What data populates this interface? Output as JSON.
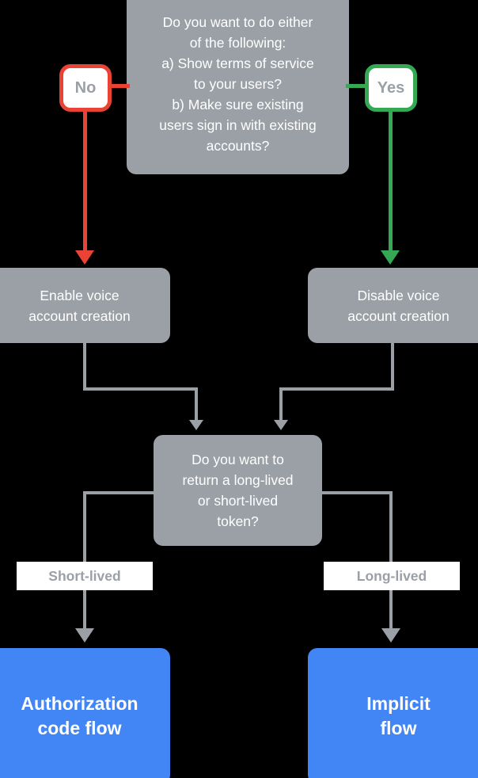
{
  "diagram": {
    "title": "Account linking flow decision chart",
    "background": "#000000",
    "colors": {
      "node_gray": "#9aa0a6",
      "node_blue": "#4285f4",
      "no_red": "#ea4335",
      "yes_green": "#34a853",
      "label_text": "#9aa0a6",
      "node_text": "#ffffff",
      "connector": "#9aa0a6"
    },
    "nodes": {
      "question_terms": {
        "text": "Do you want to do either of the following:\na) Show terms of service to your users?\nb) Make sure existing users sign in with existing accounts?",
        "lines": [
          "Do you want to do either",
          "of the following:",
          "a) Show terms of service",
          "to your users?",
          "b) Make sure existing",
          "users sign in with existing",
          "accounts?"
        ],
        "type": "decision"
      },
      "enable_voice": {
        "text": "Enable voice account creation",
        "lines": [
          "Enable voice",
          "account creation"
        ],
        "type": "action"
      },
      "disable_voice": {
        "text": "Disable voice account creation",
        "lines": [
          "Disable voice",
          "account creation"
        ],
        "type": "action"
      },
      "question_token": {
        "text": "Do you want to return a long-lived or short-lived token?",
        "lines": [
          "Do you want to",
          "return a long-lived",
          "or short-lived",
          "token?"
        ],
        "type": "decision"
      },
      "authorization_code_flow": {
        "text": "Authorization code flow",
        "lines": [
          "Authorization",
          "code flow"
        ],
        "type": "result"
      },
      "implicit_flow": {
        "text": "Implicit flow",
        "lines": [
          "Implicit",
          "flow"
        ],
        "type": "result"
      }
    },
    "edge_labels": {
      "no": "No",
      "yes": "Yes",
      "short_lived": "Short-lived",
      "long_lived": "Long-lived"
    },
    "edges": [
      {
        "from": "question_terms",
        "to": "enable_voice",
        "label": "No",
        "color": "#ea4335"
      },
      {
        "from": "question_terms",
        "to": "disable_voice",
        "label": "Yes",
        "color": "#34a853"
      },
      {
        "from": "enable_voice",
        "to": "question_token",
        "label": "",
        "color": "#9aa0a6"
      },
      {
        "from": "disable_voice",
        "to": "question_token",
        "label": "",
        "color": "#9aa0a6"
      },
      {
        "from": "question_token",
        "to": "authorization_code_flow",
        "label": "Short-lived",
        "color": "#9aa0a6"
      },
      {
        "from": "question_token",
        "to": "implicit_flow",
        "label": "Long-lived",
        "color": "#9aa0a6"
      }
    ]
  }
}
